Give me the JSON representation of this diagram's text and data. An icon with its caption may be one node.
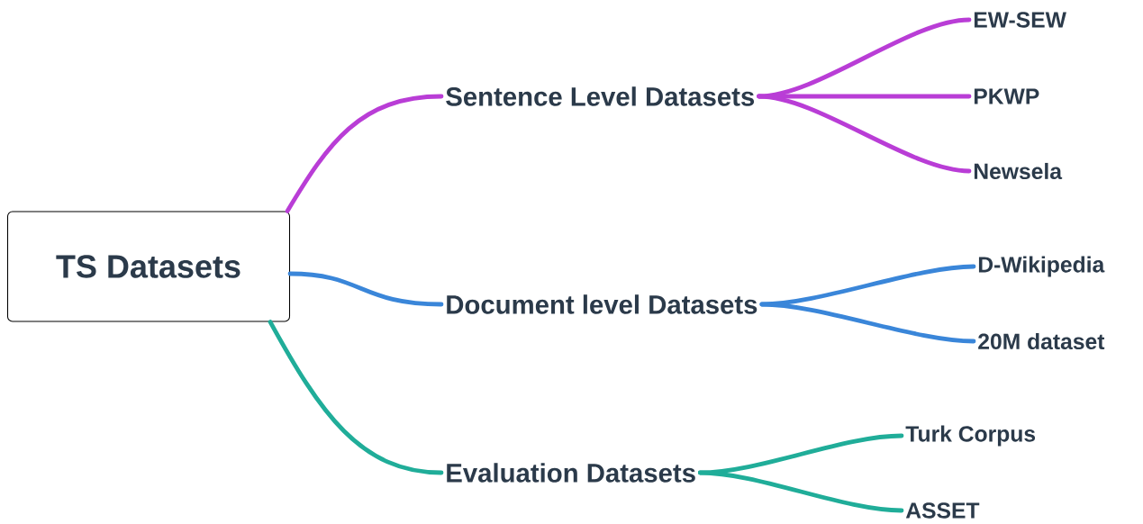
{
  "diagram": {
    "nodes": [
      {
        "text": [
          "TS Datasets"
        ]
      },
      {
        "text": [
          "Sentence Level Datasets"
        ]
      },
      {
        "text": [
          "EW-SEW"
        ]
      },
      {
        "text": [
          "PKWP"
        ]
      },
      {
        "text": [
          "Newsela"
        ]
      },
      {
        "text": [
          "Document level Datasets"
        ]
      },
      {
        "text": [
          "D-Wikipedia"
        ]
      },
      {
        "text": [
          "20M dataset"
        ]
      },
      {
        "text": [
          "Evaluation Datasets"
        ]
      },
      {
        "text": [
          "Turk Corpus"
        ]
      },
      {
        "text": [
          "ASSET"
        ]
      }
    ],
    "edges": [
      {
        "from": 0,
        "to": 1,
        "arrow": "none",
        "color": "#b93dd6"
      },
      {
        "from": 1,
        "to": 2,
        "arrow": "none",
        "color": "#b93dd6"
      },
      {
        "from": 1,
        "to": 3,
        "arrow": "none",
        "color": "#b93dd6"
      },
      {
        "from": 1,
        "to": 4,
        "arrow": "none",
        "color": "#b93dd6"
      },
      {
        "from": 0,
        "to": 5,
        "arrow": "none",
        "color": "#3a86d9"
      },
      {
        "from": 5,
        "to": 6,
        "arrow": "none",
        "color": "#3a86d9"
      },
      {
        "from": 5,
        "to": 7,
        "arrow": "none",
        "color": "#3a86d9"
      },
      {
        "from": 0,
        "to": 8,
        "arrow": "none",
        "color": "#20ad99"
      },
      {
        "from": 8,
        "to": 9,
        "arrow": "none",
        "color": "#20ad99"
      },
      {
        "from": 8,
        "to": 10,
        "arrow": "none",
        "color": "#20ad99"
      }
    ]
  }
}
